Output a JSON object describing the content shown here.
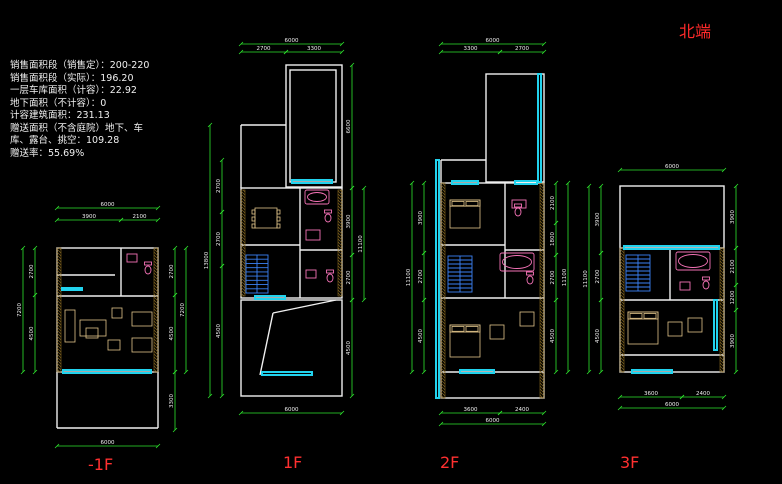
{
  "north_label": "北端",
  "info_lines": [
    "销售面积段（销售定）：200-220",
    "销售面积段（实际）：196.20",
    "一层车库面积（计容）：22.92",
    "地下面积（不计容）：0",
    "计容建筑面积：231.13",
    "赠送面积（不含庭院）地下、车",
    "库、露台、挑空：109.28",
    "赠送率：55.69%"
  ],
  "floor_labels": [
    "-1F",
    "1F",
    "2F",
    "3F"
  ],
  "dims": {
    "b1_top_total": "6000",
    "b1_top_a": "3900",
    "b1_top_b": "2100",
    "b1_left_a": "2700",
    "b1_left_b": "4500",
    "b1_left_total": "7200",
    "b1_right_a": "2700",
    "b1_right_b": "4500",
    "b1_right_c": "3300",
    "b1_right_total": "7200",
    "b1_bottom": "6000",
    "f1_top_total": "6000",
    "f1_top_a": "2700",
    "f1_top_b": "3300",
    "f1_left_a": "2700",
    "f1_left_b": "2700",
    "f1_left_c": "4500",
    "f1_left_total": "13800",
    "f1_right_a": "6600",
    "f1_right_b": "3900",
    "f1_right_c": "2700",
    "f1_right_total": "11100",
    "f1_right_d": "4500",
    "f1_bottom": "6000",
    "f2_top_total": "6000",
    "f2_top_a": "3300",
    "f2_top_b": "2700",
    "f2_left_a": "3900",
    "f2_left_b": "2700",
    "f2_left_c": "4500",
    "f2_left_total": "11100",
    "f2_right_a": "2100",
    "f2_right_b": "1800",
    "f2_right_c": "2700",
    "f2_right_total": "11100",
    "f2_right_d": "4500",
    "f2_bottom_a": "3600",
    "f2_bottom_b": "2400",
    "f2_bottom_total": "6000",
    "f3_top_total": "6000",
    "f3_left_a": "3900",
    "f3_left_b": "2700",
    "f3_left_c": "4500",
    "f3_left_total": "11100",
    "f3_right_a": "3900",
    "f3_right_b": "2100",
    "f3_right_c": "1200",
    "f3_right_d": "3900",
    "f3_bottom_a": "3600",
    "f3_bottom_b": "2400",
    "f3_bottom_total": "6000"
  },
  "colors": {
    "background": "#000000",
    "wall": "#f0f0f0",
    "dimension": "#2ee62e",
    "window": "#22d3ee",
    "furniture": "#e2c58a",
    "fixture": "#f472b6",
    "stair": "#3b82f6",
    "hatch": "#8a6a20",
    "label_red": "#ff3030"
  }
}
